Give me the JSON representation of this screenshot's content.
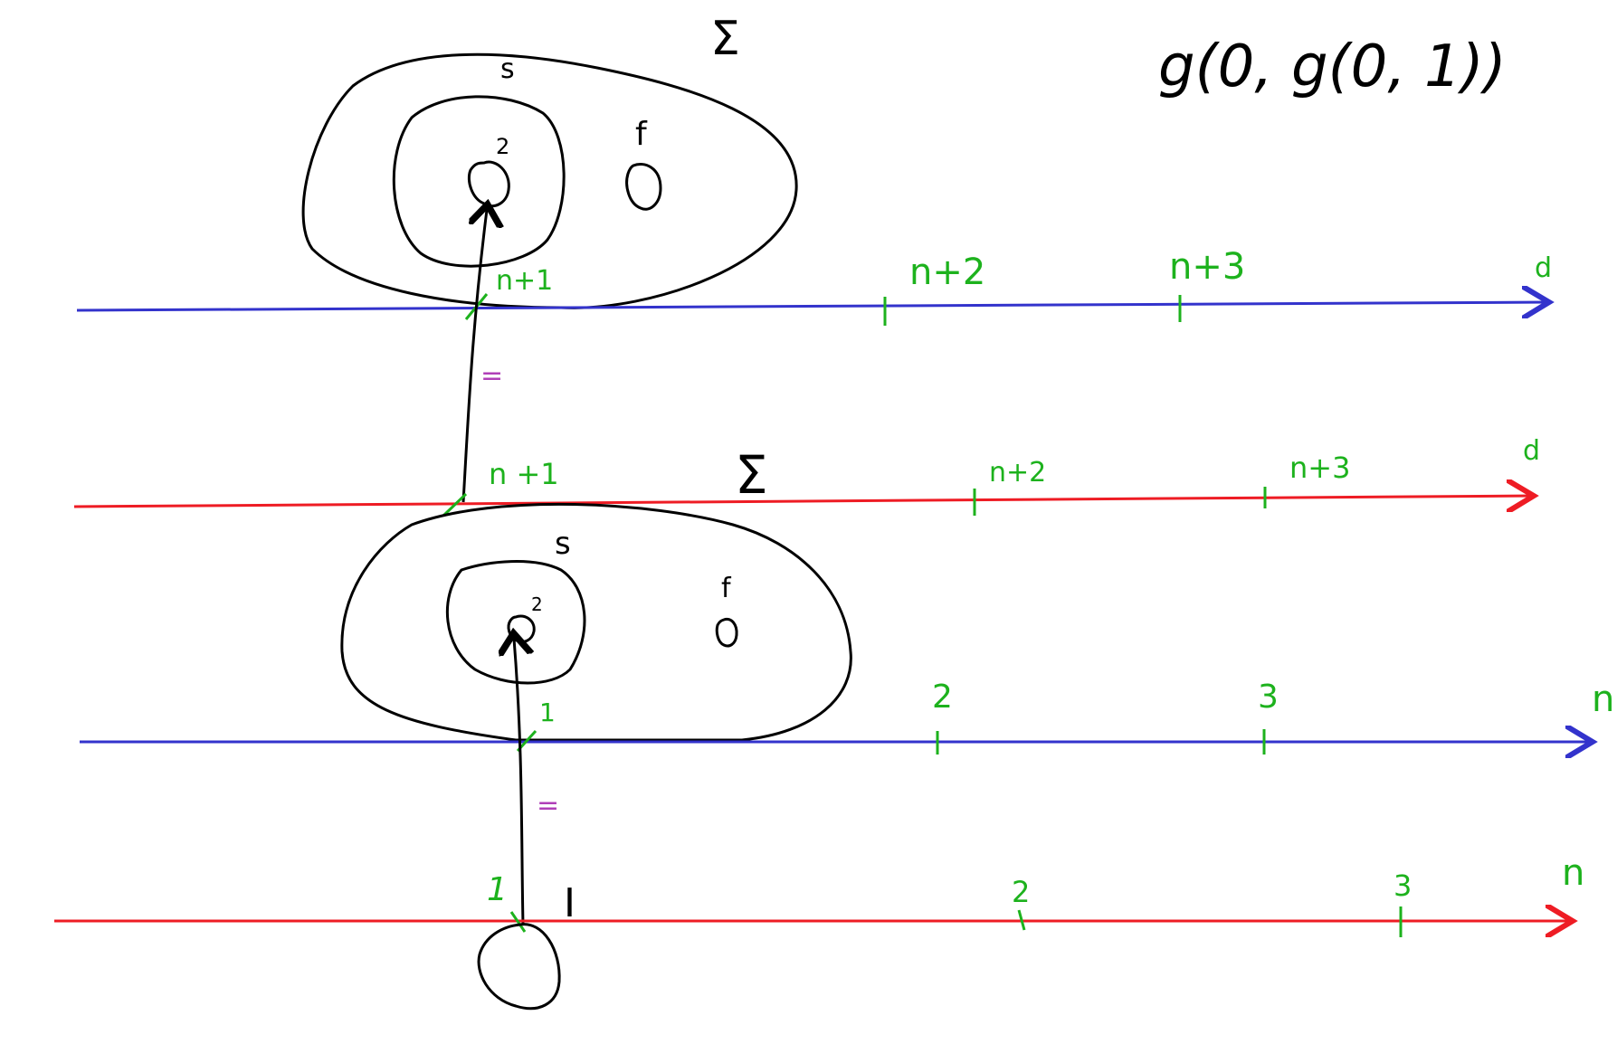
{
  "formula": "g(0, g(0, 1))",
  "colors": {
    "blue_line": "#3333cc",
    "red_line": "#ee1c24",
    "tick_green": "#1db21d",
    "equals_purple": "#b03fb8",
    "ink": "#000000"
  },
  "top_diagram": {
    "outer_label": "Σ",
    "inner_label": "s",
    "point_label": "2",
    "other_label": "f",
    "line_ticks": [
      "n+1",
      "n+2",
      "n+3"
    ],
    "axis_label": "d"
  },
  "equals_upper": "=",
  "middle_red_line": {
    "ticks": [
      "n +1",
      "n+2",
      "n+3"
    ],
    "axis_label": "d",
    "outer_label": "Σ"
  },
  "middle_diagram": {
    "inner_label": "s",
    "point_label": "2",
    "other_label": "f"
  },
  "middle_blue_line": {
    "ticks": [
      "1",
      "2",
      "3"
    ],
    "axis_label": "n"
  },
  "equals_lower": "=",
  "bottom_red_line": {
    "ticks": [
      "1",
      "2",
      "3"
    ],
    "axis_label": "n",
    "set_label": "I"
  }
}
